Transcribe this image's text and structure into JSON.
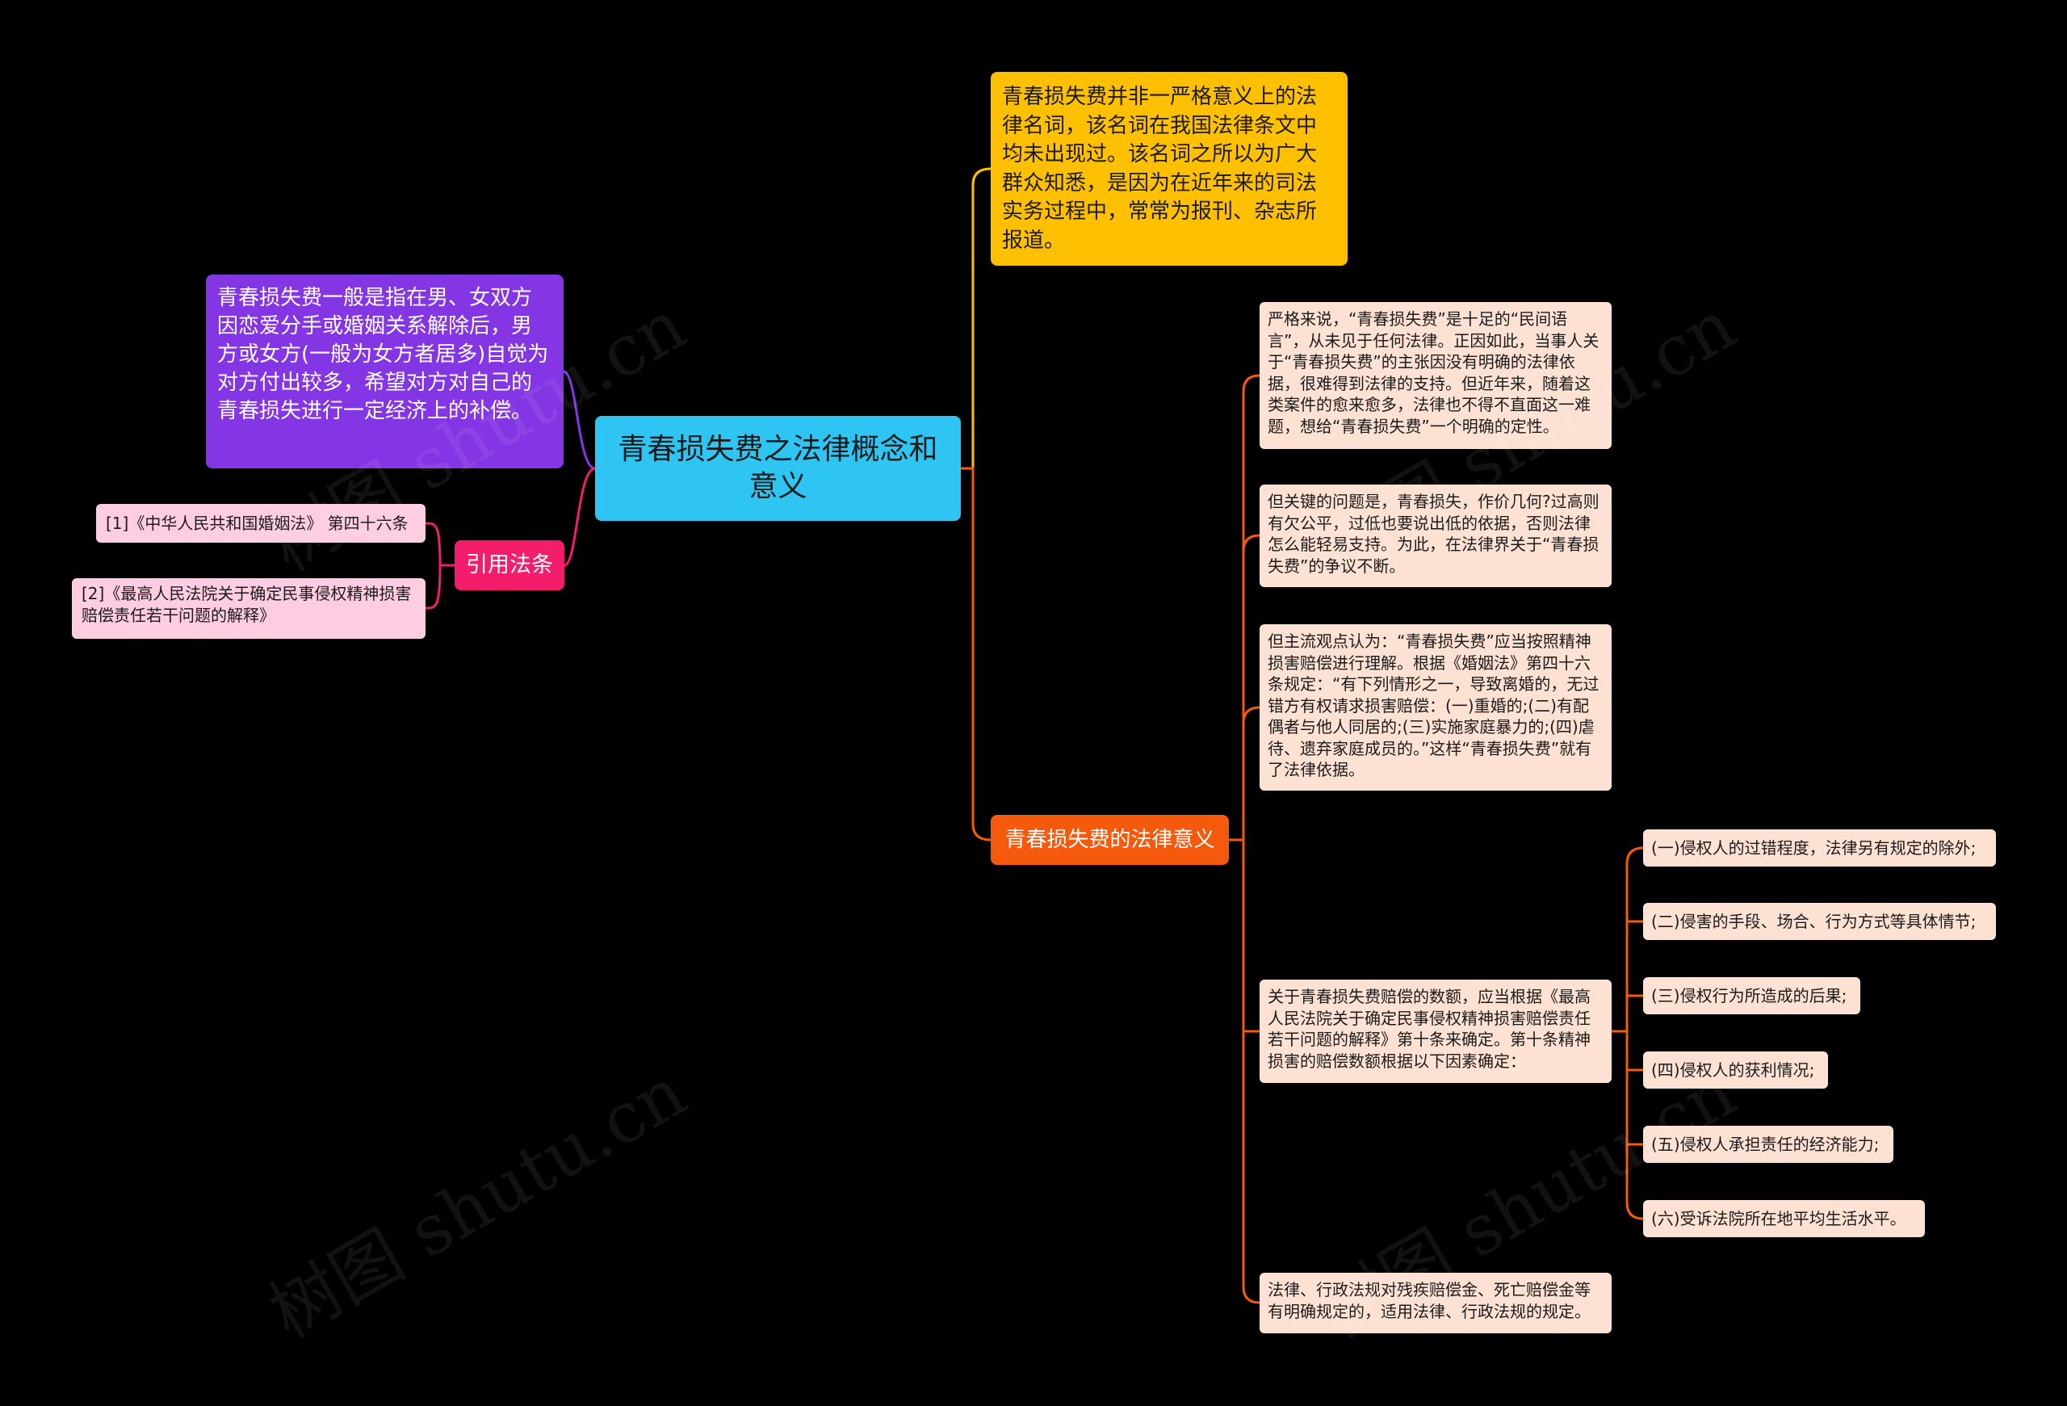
{
  "root": {
    "title": "青春损失费之法律概念和意义"
  },
  "definition": "青春损失费一般是指在男、女双方因恋爱分手或婚姻关系解除后，男方或女方(一般为女方者居多)自觉为对方付出较多，希望对方对自己的青春损失进行一定经济上的补偿。",
  "citation": {
    "label": "引用法条",
    "items": [
      "[1]《中华人民共和国婚姻法》 第四十六条",
      "[2]《最高人民法院关于确定民事侵权精神损害赔偿责任若干问题的解释》"
    ]
  },
  "intro": "青春损失费并非一严格意义上的法律名词，该名词在我国法律条文中均未出现过。该名词之所以为广大群众知悉，是因为在近年来的司法实务过程中，常常为报刊、杂志所报道。",
  "significance": {
    "label": "青春损失费的法律意义",
    "paragraphs": [
      "严格来说，“青春损失费”是十足的“民间语言”，从未见于任何法律。正因如此，当事人关于“青春损失费”的主张因没有明确的法律依据，很难得到法律的支持。但近年来，随着这类案件的愈来愈多，法律也不得不直面这一难题，想给“青春损失费”一个明确的定性。",
      "但关键的问题是，青春损失，作价几何?过高则有欠公平，过低也要说出低的依据，否则法律怎么能轻易支持。为此，在法律界关于“青春损失费”的争议不断。",
      "但主流观点认为：“青春损失费”应当按照精神损害赔偿进行理解。根据《婚姻法》第四十六条规定：“有下列情形之一，导致离婚的，无过错方有权请求损害赔偿：(一)重婚的;(二)有配偶者与他人同居的;(三)实施家庭暴力的;(四)虐待、遗弃家庭成员的。”这样“青春损失费”就有了法律依据。",
      "关于青春损失费赔偿的数额，应当根据《最高人民法院关于确定民事侵权精神损害赔偿责任若干问题的解释》第十条来确定。第十条精神损害的赔偿数额根据以下因素确定：",
      "法律、行政法规对残疾赔偿金、死亡赔偿金等有明确规定的，适用法律、行政法规的规定。"
    ],
    "factors": [
      "(一)侵权人的过错程度，法律另有规定的除外;",
      "(二)侵害的手段、场合、行为方式等具体情节;",
      "(三)侵权行为所造成的后果;",
      "(四)侵权人的获利情况;",
      "(五)侵权人承担责任的经济能力;",
      "(六)受诉法院所在地平均生活水平。"
    ]
  },
  "watermark": "树图 shutu.cn",
  "colors": {
    "root": "#2ec5f3",
    "definition": "#8436e4",
    "intro": "#ffc001",
    "citation": "#f31d6b",
    "citation_items": "#ffcde1",
    "significance": "#f4590c",
    "significance_items": "#fde1d2"
  }
}
